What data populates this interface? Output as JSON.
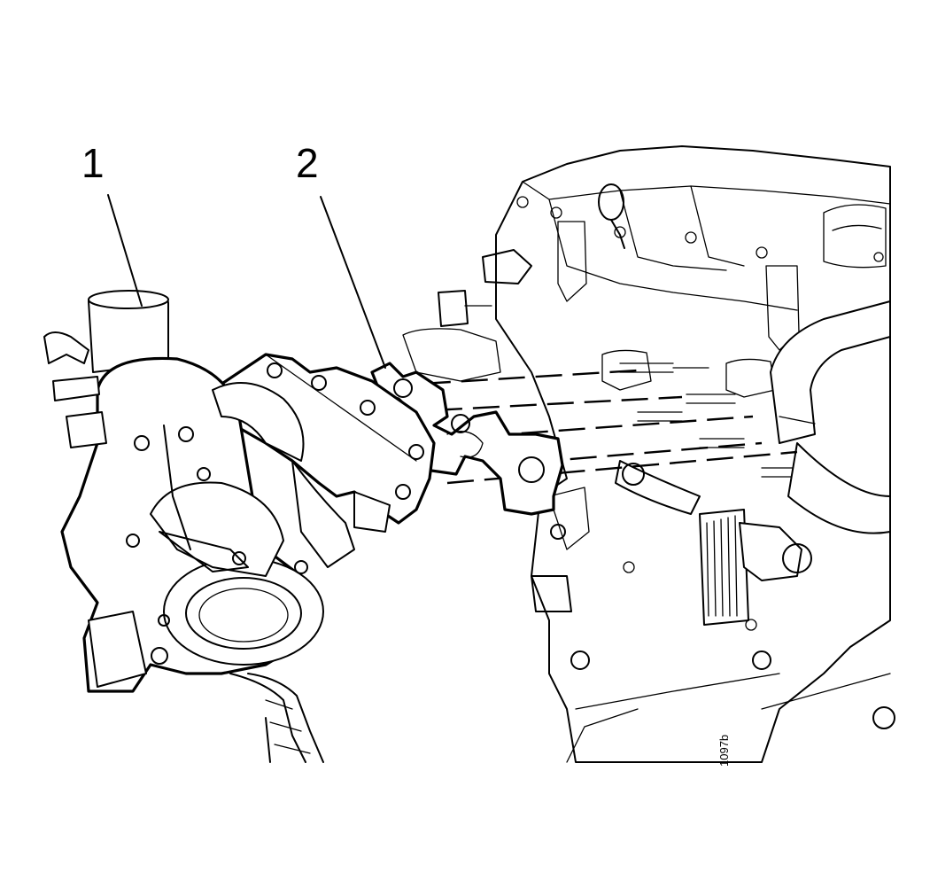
{
  "callouts": [
    {
      "number": "1"
    },
    {
      "number": "2"
    }
  ],
  "reference_code": "1097b"
}
